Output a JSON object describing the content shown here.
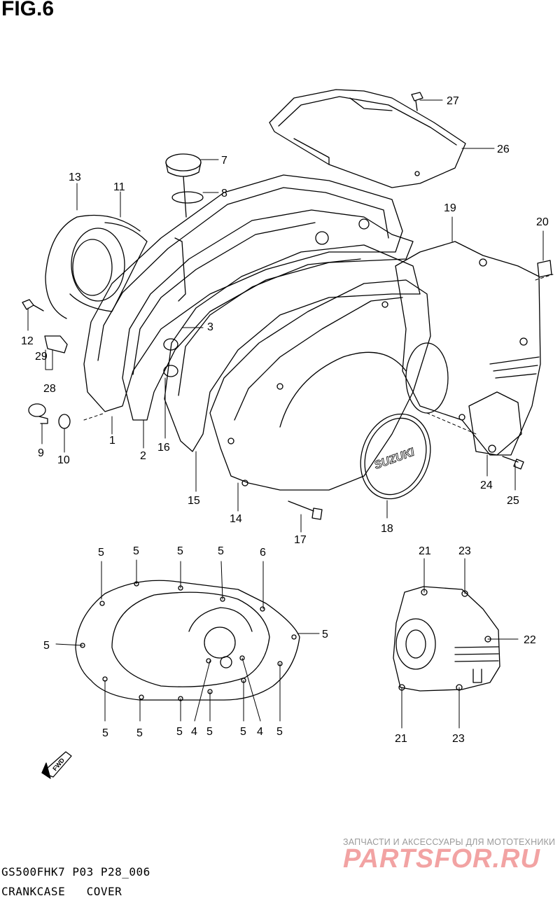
{
  "figure": {
    "title": "FIG.6",
    "code_line": "GS500FHK7 P03 P28_006",
    "name_line": "CRANKCASE   COVER"
  },
  "watermark": {
    "tagline": "ЗАПЧАСТИ И АКСЕССУАРЫ ДЛЯ МОТОТЕХНИКИ",
    "brand": "PARTSFOR.RU"
  },
  "cover_badge_text": "SUZUKI",
  "fwd_arrow_text": "FWD",
  "callouts": [
    {
      "id": "c27",
      "text": "27"
    },
    {
      "id": "c26",
      "text": "26"
    },
    {
      "id": "c7",
      "text": "7"
    },
    {
      "id": "c8",
      "text": "8"
    },
    {
      "id": "c13",
      "text": "13"
    },
    {
      "id": "c11",
      "text": "11"
    },
    {
      "id": "c19",
      "text": "19"
    },
    {
      "id": "c20",
      "text": "20"
    },
    {
      "id": "c3",
      "text": "3"
    },
    {
      "id": "c12",
      "text": "12"
    },
    {
      "id": "c29",
      "text": "29"
    },
    {
      "id": "c28",
      "text": "28"
    },
    {
      "id": "c9",
      "text": "9"
    },
    {
      "id": "c10",
      "text": "10"
    },
    {
      "id": "c1",
      "text": "1"
    },
    {
      "id": "c2",
      "text": "2"
    },
    {
      "id": "c16",
      "text": "16"
    },
    {
      "id": "c15",
      "text": "15"
    },
    {
      "id": "c14",
      "text": "14"
    },
    {
      "id": "c17",
      "text": "17"
    },
    {
      "id": "c18",
      "text": "18"
    },
    {
      "id": "c24",
      "text": "24"
    },
    {
      "id": "c25",
      "text": "25"
    },
    {
      "id": "g5a",
      "text": "5"
    },
    {
      "id": "g5b",
      "text": "5"
    },
    {
      "id": "g5c",
      "text": "5"
    },
    {
      "id": "g5d",
      "text": "5"
    },
    {
      "id": "g6",
      "text": "6"
    },
    {
      "id": "g5e",
      "text": "5"
    },
    {
      "id": "g5f",
      "text": "5"
    },
    {
      "id": "g5g",
      "text": "5"
    },
    {
      "id": "g5h",
      "text": "5"
    },
    {
      "id": "g5i",
      "text": "5"
    },
    {
      "id": "g4a",
      "text": "4"
    },
    {
      "id": "g5j",
      "text": "5"
    },
    {
      "id": "g5k",
      "text": "5"
    },
    {
      "id": "g4b",
      "text": "4"
    },
    {
      "id": "g5l",
      "text": "5"
    },
    {
      "id": "s21a",
      "text": "21"
    },
    {
      "id": "s23a",
      "text": "23"
    },
    {
      "id": "s22",
      "text": "22"
    },
    {
      "id": "s21b",
      "text": "21"
    },
    {
      "id": "s23b",
      "text": "23"
    }
  ]
}
